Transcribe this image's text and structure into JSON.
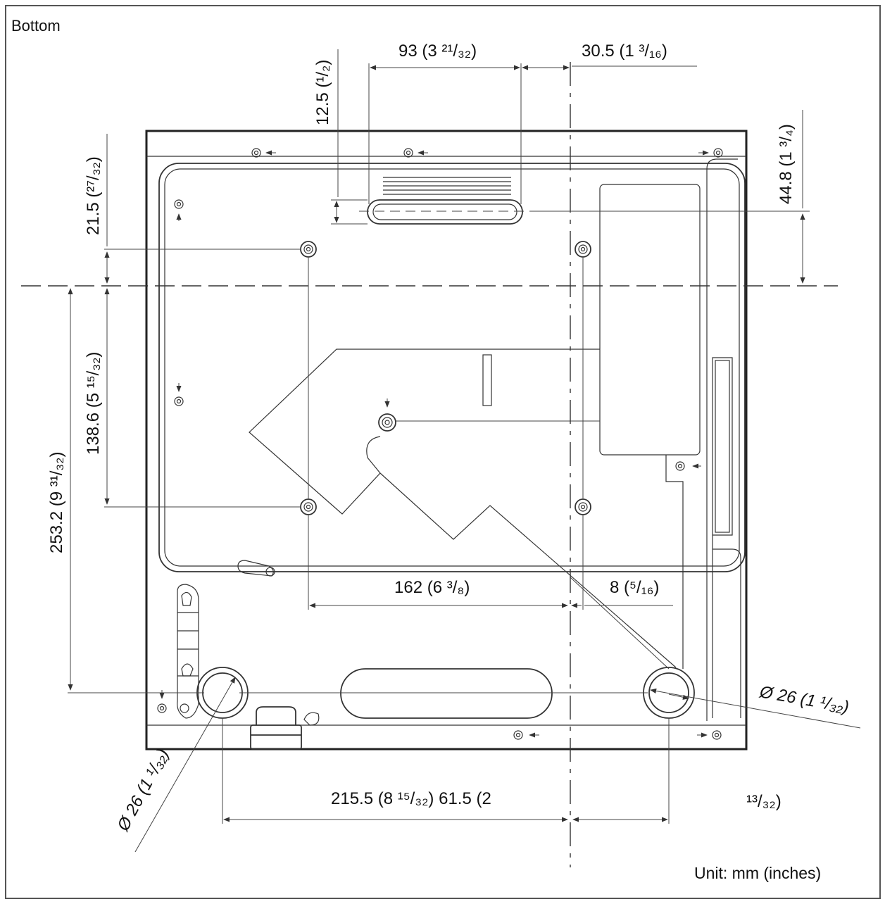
{
  "view_label": "Bottom",
  "unit_note": "Unit: mm (inches)",
  "dimensions": {
    "top_width": "93 (3 ²¹/₃₂)",
    "top_right_offset": "30.5 (1 ³/₁₆)",
    "slot_height": "12.5 (¹/₂)",
    "left_upper": "21.5 (²⁷/₃₂)",
    "right_upper": "44.8 (1 ³/₄)",
    "left_middle": "138.6 (5 ¹⁵/₃₂)",
    "left_total": "253.2 (9 ³¹/₃₂)",
    "hole_spacing": "162 (6 ³/₈)",
    "hole_offset": "8 (⁵/₁₆)",
    "bottom_width": "215.5 (8 ¹⁵/₃₂) 61.5 (2",
    "bottom_width_tail": "¹³/₃₂)",
    "foot_diameter_right": "Ø 26 (1 ¹/₃₂)",
    "foot_diameter_left": "Ø 26 (1 ¹/₃₂)"
  }
}
